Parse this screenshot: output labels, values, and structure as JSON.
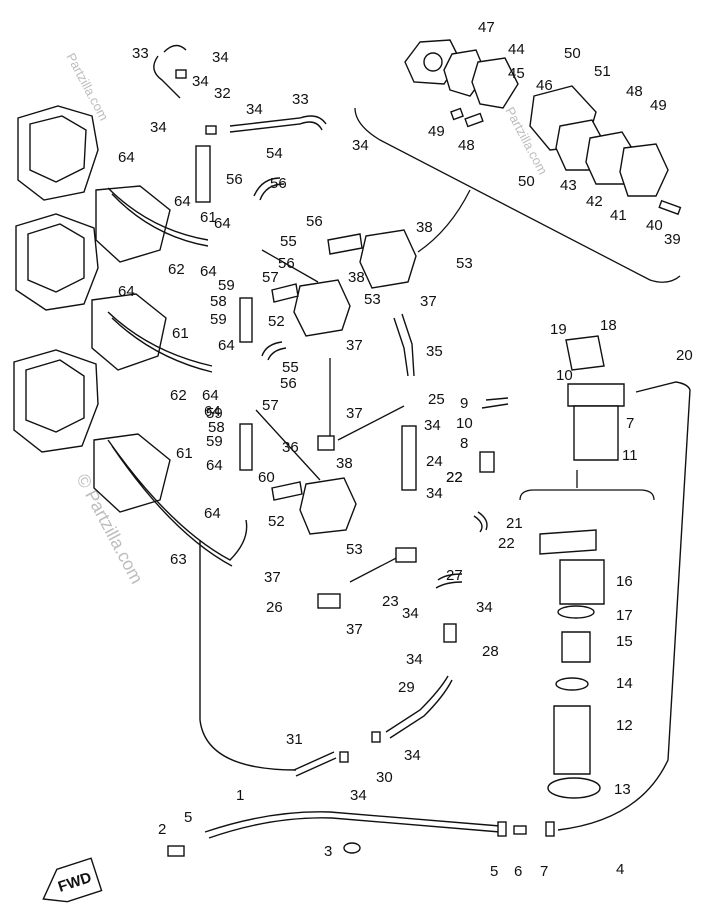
{
  "watermark": {
    "left": "© Partzilla.com",
    "inline": "Partzilla.com"
  },
  "fwd_label": "FWD",
  "callouts": [
    "33",
    "34",
    "34",
    "32",
    "34",
    "33",
    "34",
    "34",
    "47",
    "44",
    "50",
    "45",
    "46",
    "51",
    "48",
    "49",
    "49",
    "48",
    "50",
    "43",
    "42",
    "41",
    "40",
    "39",
    "64",
    "54",
    "56",
    "56",
    "56",
    "38",
    "64",
    "61",
    "64",
    "55",
    "56",
    "62",
    "64",
    "57",
    "59",
    "58",
    "52",
    "53",
    "38",
    "37",
    "53",
    "64",
    "59",
    "64",
    "61",
    "55",
    "56",
    "64",
    "37",
    "35",
    "62",
    "64",
    "57",
    "59",
    "58",
    "59",
    "37",
    "64",
    "61",
    "60",
    "63",
    "64",
    "52",
    "36",
    "38",
    "25",
    "34",
    "24",
    "34",
    "22",
    "53",
    "37",
    "26",
    "23",
    "37",
    "34",
    "27",
    "34",
    "28",
    "34",
    "29",
    "31",
    "34",
    "30",
    "34",
    "19",
    "18",
    "20",
    "10",
    "9",
    "7",
    "10",
    "8",
    "11",
    "22",
    "21",
    "22",
    "16",
    "17",
    "15",
    "14",
    "12",
    "13",
    "1",
    "5",
    "2",
    "3",
    "5",
    "6",
    "7",
    "4"
  ]
}
